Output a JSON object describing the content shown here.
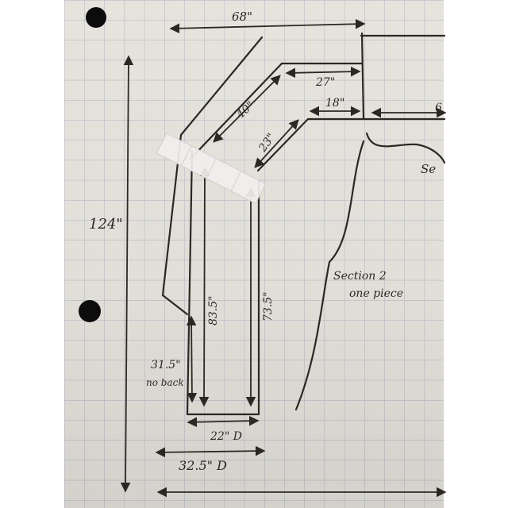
{
  "colors": {
    "paper": "#e6e3dd",
    "paper_shade": "#d9d6d0",
    "grid_line": "#a9b3c4",
    "ink": "#2b2824",
    "punch_hole": "#0c0c0c",
    "tape": "#f1f0ee"
  },
  "labels": {
    "top_width": "68\"",
    "height_total": "124\"",
    "upper_arm_length": "27\"",
    "diagonal_outer": "40\"",
    "inner_arm_length": "18\"",
    "diagonal_inner": "23\"",
    "arm_cut_off": "6",
    "section_one_fragment": "Se",
    "section_two_line1": "Section 2",
    "section_two_line2": "one piece",
    "left_leg_height": "83.5\"",
    "right_leg_height": "73.5\"",
    "no_back_height": "31.5\"",
    "no_back_note": "no back",
    "seat_depth": "22\" D",
    "overall_depth": "32.5\" D"
  },
  "icons": [
    "punch-hole-icon",
    "punch-hole-icon"
  ]
}
